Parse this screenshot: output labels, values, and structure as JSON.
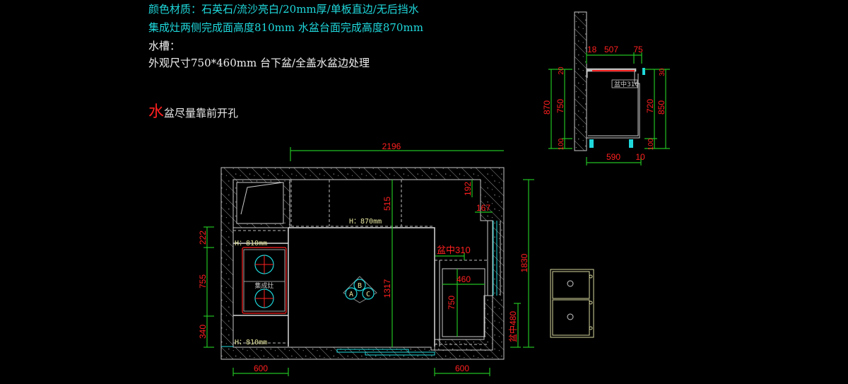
{
  "notes": {
    "line1": "颜色材质：石英石/流沙亮白/20mm厚/单板直边/无后挡水",
    "line2": "集成灶两侧完成面高度810mm  水盆台面完成高度870mm",
    "line3": "水槽：",
    "line4": "外观尺寸750*460mm 台下盆/全盖水盆边处理",
    "line5_first": "水",
    "line5_rest": "盆尽量靠前开孔"
  },
  "plan": {
    "overall_width": "2196",
    "left_dims": [
      "222",
      "755",
      "340"
    ],
    "bottom_left": "600",
    "bottom_right": "600",
    "depth_515": "515",
    "depth_1317": "1317",
    "dim_192": "192",
    "dim_167": "167",
    "sink_center_top": "盆中310",
    "sink_width": "460",
    "sink_length": "750",
    "overall_height": "1830",
    "sink_center_side": "盆中480",
    "height_label_counter": "H：870mm",
    "height_label_stove_top": "H：810mm",
    "height_label_stove_bottom": "H：810mm",
    "stove_label": "集成灶",
    "abc": [
      "A",
      "B",
      "C"
    ]
  },
  "section": {
    "top_dims": [
      "18",
      "507",
      "75"
    ],
    "left_dims": [
      "870",
      "750",
      "20",
      "100"
    ],
    "right_dims": [
      "720",
      "850",
      "30",
      "100"
    ],
    "bottom_dims": [
      "590",
      "10"
    ],
    "sink_center": "盆中310"
  },
  "colors": {
    "dimension_line": "#22c022",
    "dimension_text": "#ff2020",
    "wall": "#c8c8c8",
    "cyan": "#1fd8dc",
    "label": "#e8e8a0"
  }
}
